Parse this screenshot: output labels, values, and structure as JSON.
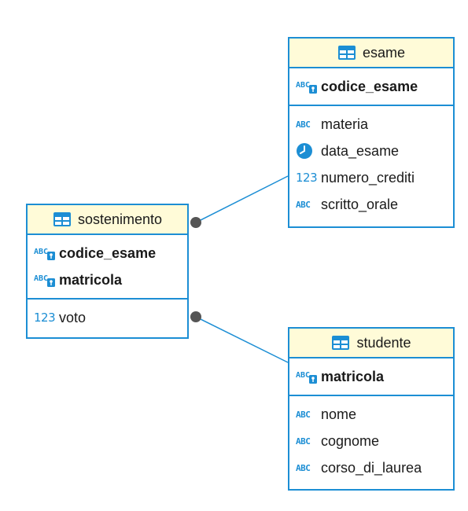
{
  "entities": {
    "esame": {
      "title": "esame",
      "key_columns": [
        {
          "name": "codice_esame",
          "type_icon": "key-text-icon"
        }
      ],
      "columns": [
        {
          "name": "materia",
          "type_icon": "text-type-icon",
          "type_label": "ABC"
        },
        {
          "name": "data_esame",
          "type_icon": "clock-date-icon"
        },
        {
          "name": "numero_crediti",
          "type_icon": "numeric-type-icon",
          "type_label": "123"
        },
        {
          "name": "scritto_orale",
          "type_icon": "text-type-icon",
          "type_label": "ABC"
        }
      ]
    },
    "sostenimento": {
      "title": "sostenimento",
      "key_columns": [
        {
          "name": "codice_esame",
          "type_icon": "key-text-icon"
        },
        {
          "name": "matricola",
          "type_icon": "key-text-icon"
        }
      ],
      "columns": [
        {
          "name": "voto",
          "type_icon": "numeric-type-icon",
          "type_label": "123"
        }
      ]
    },
    "studente": {
      "title": "studente",
      "key_columns": [
        {
          "name": "matricola",
          "type_icon": "key-text-icon"
        }
      ],
      "columns": [
        {
          "name": "nome",
          "type_icon": "text-type-icon",
          "type_label": "ABC"
        },
        {
          "name": "cognome",
          "type_icon": "text-type-icon",
          "type_label": "ABC"
        },
        {
          "name": "corso_di_laurea",
          "type_icon": "text-type-icon",
          "type_label": "ABC"
        }
      ]
    }
  },
  "relationships": [
    {
      "from": "sostenimento",
      "to": "esame"
    },
    {
      "from": "sostenimento",
      "to": "studente"
    }
  ],
  "colors": {
    "border": "#1c8ed4",
    "header_bg": "#fffbd8",
    "icon": "#1c8ed4",
    "connector_dot": "#555555"
  }
}
